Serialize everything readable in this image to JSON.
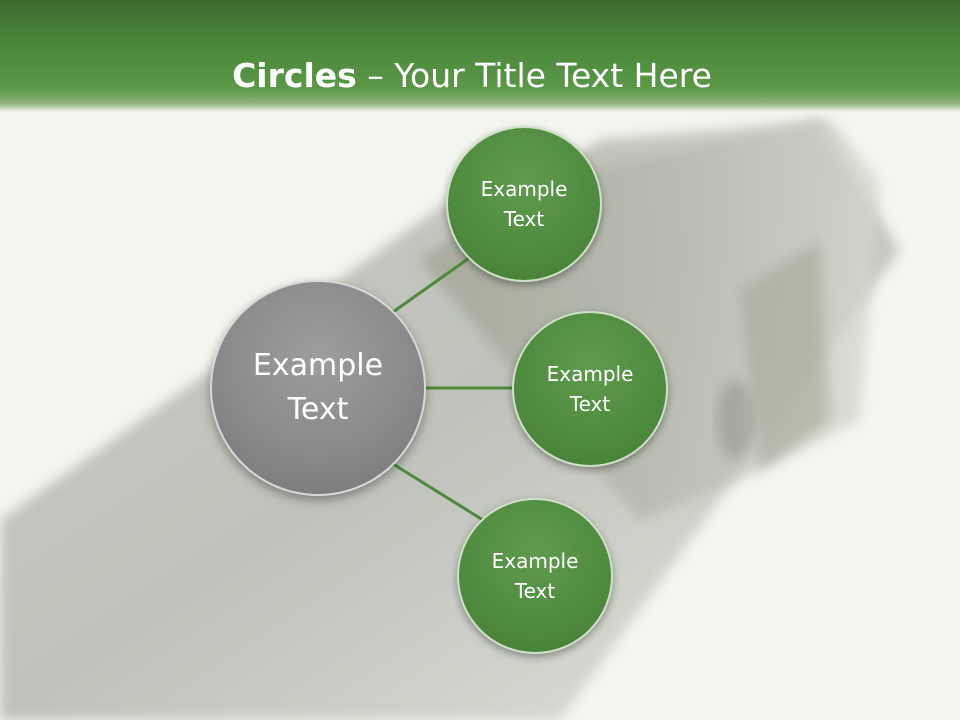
{
  "slide": {
    "title_bold": "Circles",
    "title_rest": " – Your Title Text Here"
  },
  "diagram": {
    "center": {
      "label": "Example Text"
    },
    "nodes": [
      {
        "label": "Example Text"
      },
      {
        "label": "Example Text"
      },
      {
        "label": "Example Text"
      }
    ]
  },
  "colors": {
    "header_green": "#4c8a3c",
    "node_green": "#4f8b3f",
    "center_gray": "#8a8a8a",
    "connector": "#4e8a3e"
  }
}
